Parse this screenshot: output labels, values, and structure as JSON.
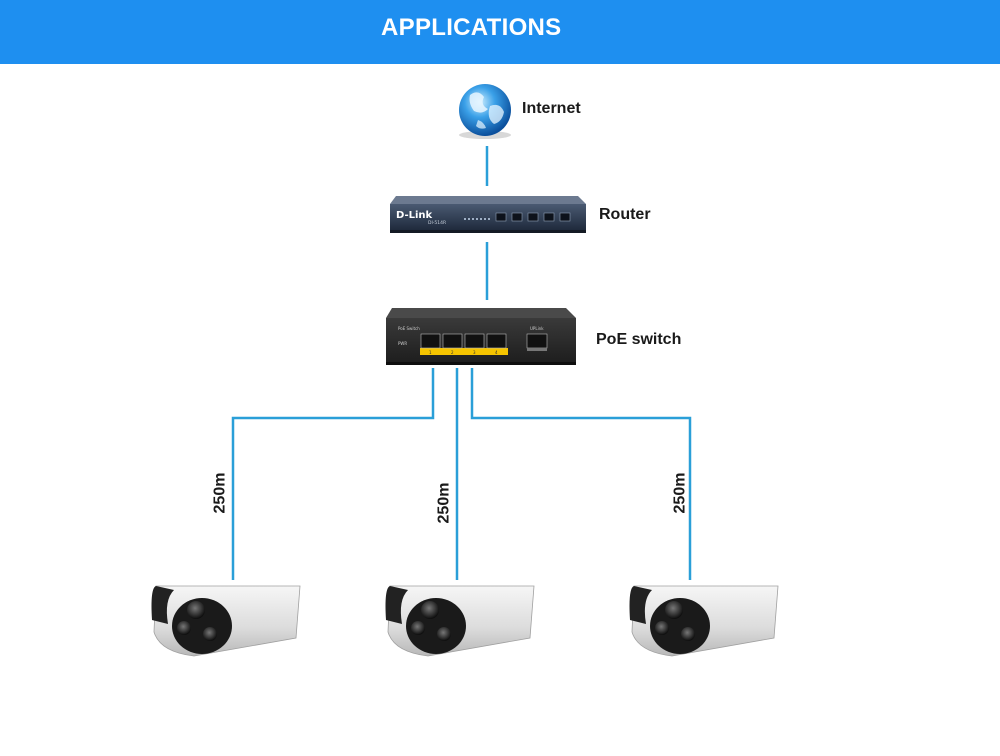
{
  "header": {
    "title": "APPLICATIONS"
  },
  "nodes": {
    "internet": {
      "label": "Internet",
      "icon": "globe-icon"
    },
    "router": {
      "label": "Router",
      "brand": "D-Link",
      "model": "DI-514R"
    },
    "switch": {
      "label": "PoE switch",
      "panel_text": "PoE Switch",
      "pwr_text": "PWR",
      "uplink_text": "UPLink",
      "port_numbers": [
        "1",
        "2",
        "3",
        "4"
      ]
    }
  },
  "links": {
    "camera_left": "250m",
    "camera_center": "250m",
    "camera_right": "250m"
  },
  "colors": {
    "header": "#1e8ff0",
    "cable": "#2a9fd8"
  }
}
